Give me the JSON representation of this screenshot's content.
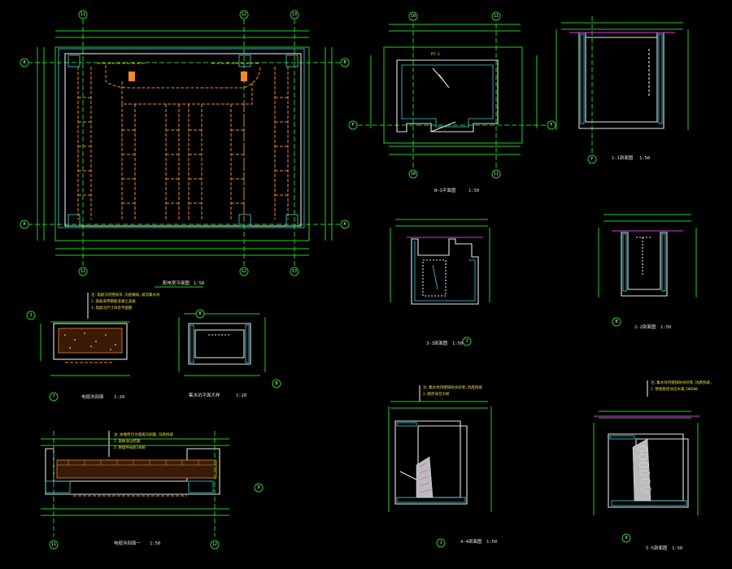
{
  "colors": {
    "background": "#000000",
    "dimension_green": "#1fd11f",
    "wall_white": "#e6e6e6",
    "hatch_cyan": "#3fd1e0",
    "pipe_orange": "#f08a2a",
    "ground_magenta": "#e03be0",
    "note_yellow": "#f0e040"
  },
  "axis_labels": {
    "plan_top": [
      "11",
      "12",
      "13"
    ],
    "plan_left": [
      "B",
      "A"
    ],
    "plan_right": [
      "B",
      "A"
    ],
    "plan_bottom": [
      "11",
      "12",
      "13"
    ],
    "small_plan_top": [
      "10",
      "11"
    ],
    "small_plan_side": [
      "F",
      "F"
    ],
    "section_11_bottom": "F",
    "section_33_bottom": "J",
    "section_22_bottom": "B",
    "detail_left_bottom": "7",
    "detail_mid_bottom": "B",
    "long_section_bottom": [
      "11",
      "12"
    ],
    "long_section_right": "9",
    "section_44_bottom": "J",
    "section_55_bottom": "9"
  },
  "titles": {
    "main_plan": "配电室平面图",
    "main_plan_scale": "1:50",
    "small_plan": "B—3平面图",
    "small_plan_scale": "1:50",
    "section_11": "1-1剖面图",
    "section_11_scale": "1:50",
    "section_33": "3-3剖面图",
    "section_33_scale": "1:50",
    "section_22": "2-2剖面图",
    "section_22_scale": "1:50",
    "detail_left": "电缆沟剖面",
    "detail_left_scale": "1:20",
    "detail_mid": "集水坑平面大样",
    "detail_mid_scale": "1:20",
    "long_section": "电缆沟剖面一",
    "long_section_scale": "1:50",
    "section_44": "4-4剖面图",
    "section_44_scale": "1:50",
    "section_55": "5-5剖面图",
    "section_55_scale": "1:50"
  }
}
